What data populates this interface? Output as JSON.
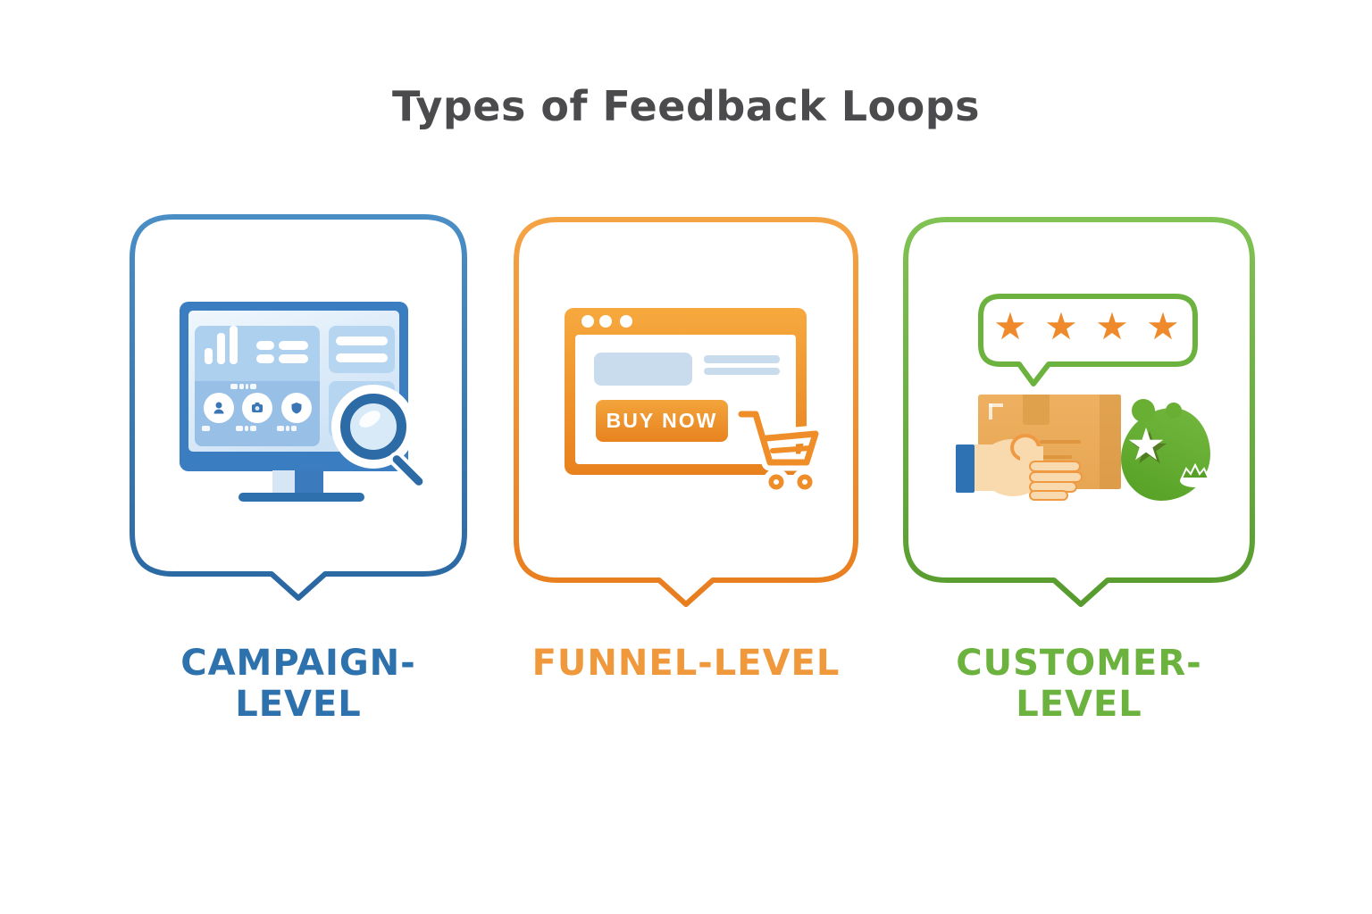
{
  "title": "Types of Feedback Loops",
  "title_color": "#4b4b4d",
  "panels": [
    {
      "id": "campaign",
      "label": "CAMPAIGN-LEVEL",
      "accent_color": "#2d71ad",
      "bubble_gradient": [
        "#4a8ec5",
        "#2a67a2"
      ],
      "icon": "analytics-dashboard-with-magnifier-icon"
    },
    {
      "id": "funnel",
      "label": "FUNNEL-LEVEL",
      "accent_color": "#f0993c",
      "bubble_gradient": [
        "#f4a344",
        "#e87d1e"
      ],
      "icon": "browser-window-with-shopping-cart-icon",
      "button_label": "BUY NOW"
    },
    {
      "id": "customer",
      "label": "CUSTOMER-LEVEL",
      "accent_color": "#6cb23f",
      "bubble_gradient": [
        "#80c254",
        "#579b2e"
      ],
      "icon": "package-handoff-with-rating-icon",
      "rating": {
        "stars": 4,
        "stars_text": "★ ★ ★ ★"
      }
    }
  ]
}
